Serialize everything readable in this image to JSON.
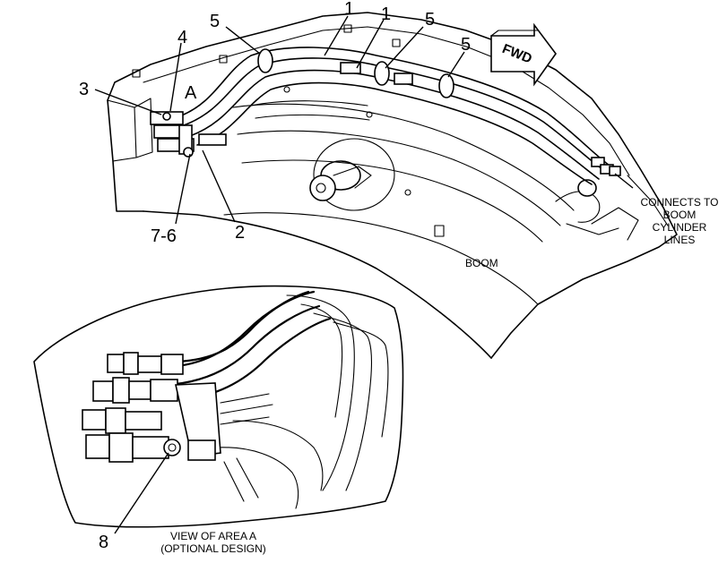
{
  "callouts": {
    "c1a": "1",
    "c1b": "1",
    "c2": "2",
    "c3": "3",
    "c4": "4",
    "c5a": "5",
    "c5b": "5",
    "c5c": "5",
    "c76": "7-6",
    "c8": "8"
  },
  "labels": {
    "area": "A",
    "fwd": "FWD",
    "boom": "BOOM",
    "connects_line1": "CONNECTS TO",
    "connects_line2": "BOOM",
    "connects_line3": "CYLINDER",
    "connects_line4": "LINES",
    "view_line1": "VIEW OF AREA A",
    "view_line2": "(OPTIONAL DESIGN)"
  }
}
